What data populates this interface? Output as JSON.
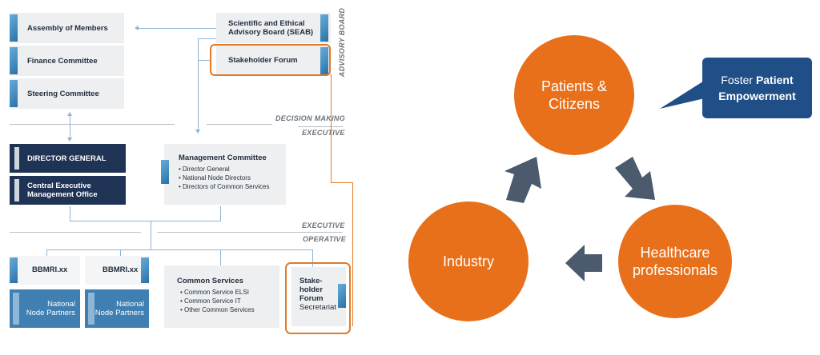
{
  "org_chart": {
    "advisory_board_label": "ADVISORY BOARD",
    "decision_making_label": "DECISION MAKING",
    "executive_label_top": "EXECUTIVE",
    "executive_label_bottom": "EXECUTIVE",
    "operative_label": "OPERATIVE",
    "assembly": "Assembly of Members",
    "finance": "Finance Committee",
    "steering": "Steering Committee",
    "seab_line1": "Scientific and Ethical",
    "seab_line2": "Advisory Board (SEAB)",
    "stakeholder_forum": "Stakeholder Forum",
    "director_general": "DIRECTOR GENERAL",
    "ceo_line1": "Central Executive",
    "ceo_line2": "Management Office",
    "management": {
      "title": "Management Committee",
      "items": [
        "• Director General",
        "• National Node Directors",
        "• Directors of Common Services"
      ]
    },
    "bbmri_1": "BBMRI.xx",
    "bbmri_2": "BBMRI.xx",
    "nnp_1_line1": "National",
    "nnp_1_line2": "Node Partners",
    "nnp_2_line1": "National",
    "nnp_2_line2": "Node Partners",
    "common_services": {
      "title": "Common Services",
      "items": [
        "• Common Service ELSI",
        "• Common Service IT",
        "• Other Common Services"
      ]
    },
    "sf_secretariat": {
      "line1": "Stake-",
      "line2": "holder",
      "line3": "Forum",
      "line4": "Secretariat"
    }
  },
  "cycle": {
    "patients_line1": "Patients &",
    "patients_line2": "Citizens",
    "healthcare_line1": "Healthcare",
    "healthcare_line2": "professionals",
    "industry": "Industry",
    "callout_prefix": "Foster ",
    "callout_bold1": "Patient",
    "callout_bold2": "Empowerment",
    "colors": {
      "circle": "#e8701a",
      "arrow": "#4b5a6c",
      "callout": "#1f4f86"
    }
  }
}
